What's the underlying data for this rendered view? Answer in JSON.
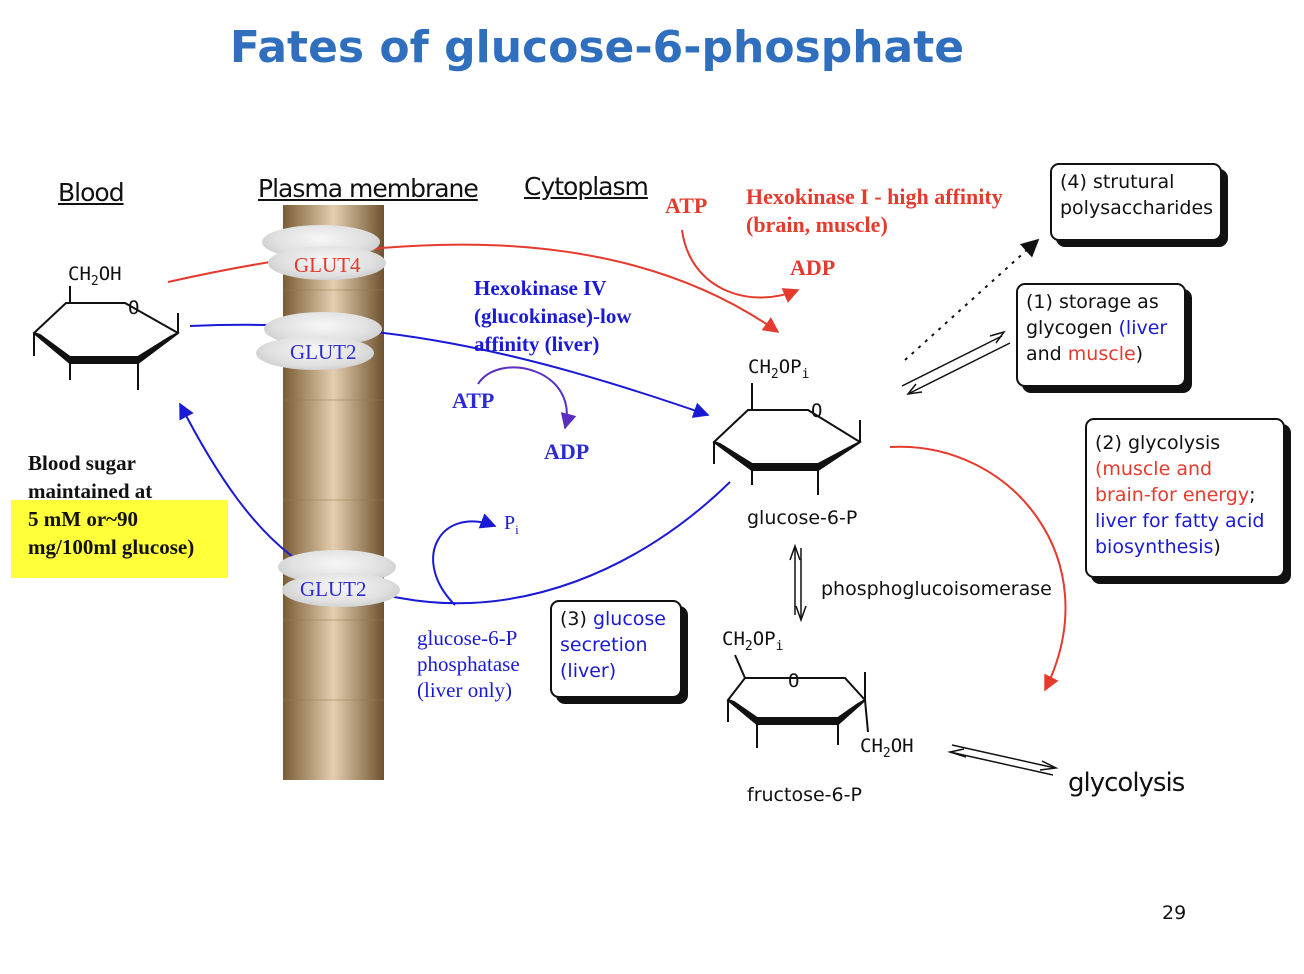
{
  "title": "Fates of glucose-6-phosphate",
  "headers": {
    "blood": "Blood",
    "membrane": "Plasma membrane",
    "cytoplasm": "Cytoplasm"
  },
  "transporters": {
    "glut4": "GLUT4",
    "glut2_top": "GLUT2",
    "glut2_bottom": "GLUT2"
  },
  "hexokinase1": {
    "atp": "ATP",
    "line1": "Hexokinase I - high affinity",
    "line2": "(brain, muscle)",
    "adp": "ADP"
  },
  "hexokinase4": {
    "line1": "Hexokinase IV",
    "line2": "(glucokinase)-low",
    "line3": "affinity (liver)",
    "atp": "ATP",
    "adp": "ADP"
  },
  "blood_sugar": {
    "line1": "Blood sugar",
    "line2": "maintained at",
    "line3": "5 mM or~90",
    "line4": "mg/100ml glucose)"
  },
  "phosphatase": {
    "pi": "Pi",
    "line1": "glucose-6-P",
    "line2": "phosphatase",
    "line3": "(liver only)"
  },
  "molecules": {
    "glucose_group": "CH2OH",
    "g6p_group": "CH2OPi",
    "f6p_group": "CH2OPi",
    "f6p_group2": "CH2OH",
    "g6p_label": "glucose-6-P",
    "f6p_label": "fructose-6-P",
    "ring_o": "O"
  },
  "isomerase": "phosphoglucoisomerase",
  "glycolysis": "glycolysis",
  "boxes": {
    "b4": {
      "line1": "(4) strutural",
      "line2": "polysaccharides"
    },
    "b1": {
      "line1": "(1) storage as",
      "line2a": "glycogen ",
      "line2b": "(liver",
      "line3a": "and ",
      "line3b": "muscle",
      "line3c": ")"
    },
    "b2": {
      "line1": "(2) glycolysis",
      "line2": "(muscle and",
      "line3a": "brain-for energy",
      "line3b": ";",
      "line4": "liver for fatty acid",
      "line5a": "biosynthesis",
      "line5b": ")"
    },
    "b3": {
      "line1a": "(3) ",
      "line1b": "glucose",
      "line2": "secretion",
      "line3": "(liver)"
    }
  },
  "page_number": "29",
  "colors": {
    "title": "#2f6fbd",
    "red": "#e53a2e",
    "blue": "#1a1ad4",
    "highlight": "#ffff3a"
  }
}
